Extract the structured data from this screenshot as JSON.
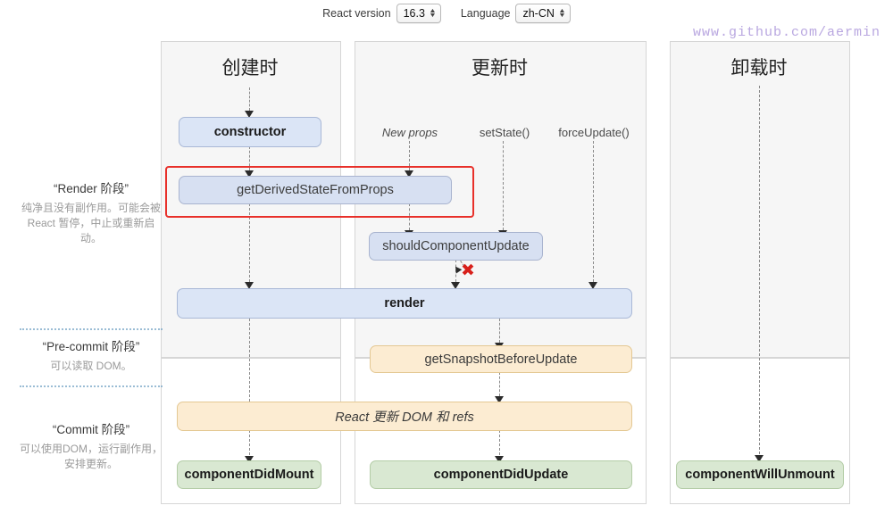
{
  "header": {
    "react_version_label": "React version",
    "react_version_value": "16.3",
    "language_label": "Language",
    "language_value": "zh-CN",
    "stepper_up": "▲",
    "stepper_down": "▼"
  },
  "watermark": "www.github.com/aermin",
  "columns": [
    {
      "id": "mounting",
      "title": "创建时"
    },
    {
      "id": "updating",
      "title": "更新时"
    },
    {
      "id": "unmounting",
      "title": "卸载时"
    }
  ],
  "phases": [
    {
      "id": "render",
      "title": "“Render 阶段”",
      "desc": "纯净且没有副作用。可能会被 React 暂停，中止或重新启动。"
    },
    {
      "id": "pre-commit",
      "title": "“Pre-commit 阶段”",
      "desc": "可以读取 DOM。"
    },
    {
      "id": "commit",
      "title": "“Commit 阶段”",
      "desc": "可以使用DOM，运行副作用，安排更新。"
    }
  ],
  "triggers": [
    {
      "id": "new-props",
      "label": "New props"
    },
    {
      "id": "set-state",
      "label": "setState()"
    },
    {
      "id": "force-update",
      "label": "forceUpdate()"
    }
  ],
  "nodes": {
    "constructor": "constructor",
    "get_derived_state_from_props": "getDerivedStateFromProps",
    "should_component_update": "shouldComponentUpdate",
    "render": "render",
    "get_snapshot_before_update": "getSnapshotBeforeUpdate",
    "react_updates_dom": "React 更新 DOM 和 refs",
    "component_did_mount": "componentDidMount",
    "component_did_update": "componentDidUpdate",
    "component_will_unmount": "componentWillUnmount"
  },
  "annotations": {
    "red_highlight_target": "getDerivedStateFromProps",
    "false_branch_mark": "✖"
  },
  "colors": {
    "lifecycle_blue": "#dbe5f6",
    "lifecycle_orange": "#fcecd2",
    "lifecycle_green": "#d9e8d2",
    "panel_gray": "#f6f6f6",
    "annotation_red": "#e8302a",
    "watermark_purple": "#b9a7e0"
  }
}
